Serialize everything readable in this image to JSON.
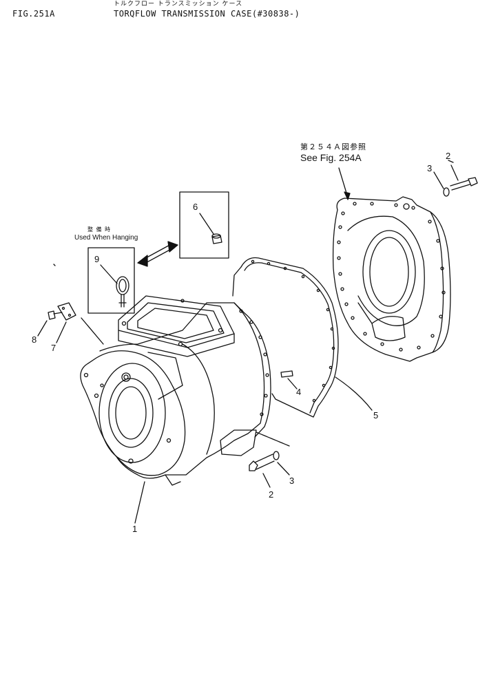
{
  "header": {
    "fig_label": "FIG.251A",
    "title_jp": "トルクフロー トランスミッション ケース",
    "title_en": "TORQFLOW TRANSMISSION CASE(#30838-)"
  },
  "reference": {
    "jp": "第２５４Ａ図参照",
    "en": "See Fig. 254A"
  },
  "hanging_note": {
    "jp": "整 備 時",
    "en": "Used When Hanging"
  },
  "callouts": [
    "1",
    "2",
    "3",
    "4",
    "5",
    "2",
    "3",
    "6",
    "7",
    "8",
    "9"
  ]
}
